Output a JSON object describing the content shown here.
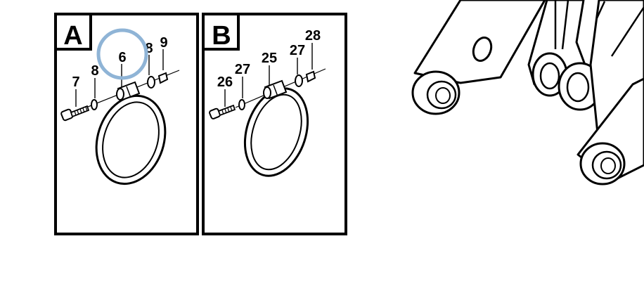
{
  "panels": [
    {
      "letter": "A",
      "callouts": {
        "c6": "6",
        "c8a": "8",
        "c8b": "8",
        "c9": "9",
        "c7": "7"
      }
    },
    {
      "letter": "B",
      "callouts": {
        "c28": "28",
        "c27a": "27",
        "c25": "25",
        "c27b": "27",
        "c26": "26"
      }
    }
  ],
  "highlight": {
    "target_label": "6",
    "color": "#8fb4d6"
  },
  "colors": {
    "line": "#000000",
    "background": "#ffffff"
  }
}
